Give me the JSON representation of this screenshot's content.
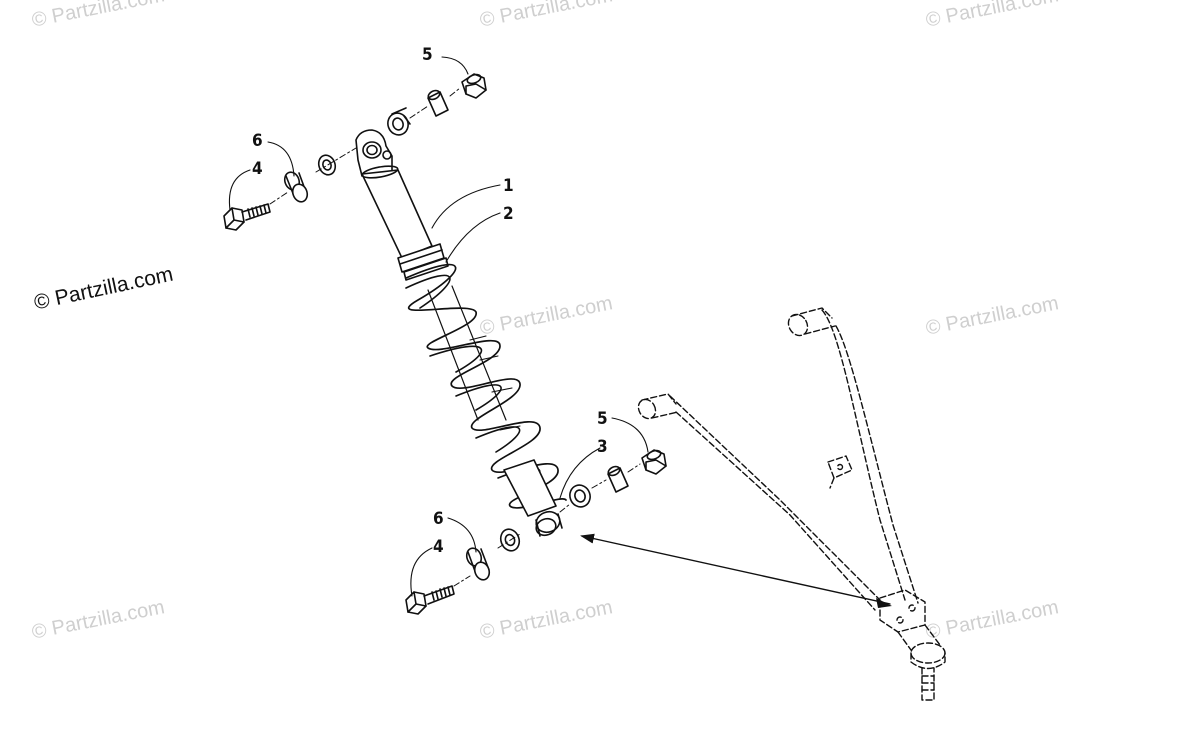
{
  "watermark_text": "© Partzilla.com",
  "callouts": {
    "c1": "1",
    "c2": "2",
    "c3": "3",
    "c4_top": "4",
    "c4_bottom": "4",
    "c5_top": "5",
    "c5_bottom": "5",
    "c6_top": "6",
    "c6_bottom": "6"
  },
  "colors": {
    "line": "#111111",
    "watermark": "#cfcfcf"
  }
}
